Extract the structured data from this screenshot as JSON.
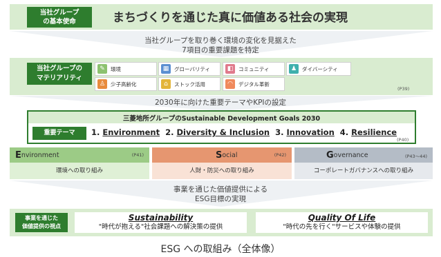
{
  "mission": {
    "label": "当社グループ\nの基本使命",
    "text": "まちづくりを通じた真に価値ある社会の実現"
  },
  "step1": [
    "当社グループを取り巻く環境の変化を見据えた",
    "7項目の重要課題を特定"
  ],
  "materiality": {
    "label": "当社グループの\nマテリアリティ",
    "issues": [
      "環境",
      "グローバリティ",
      "コミュニティ",
      "ダイバーシティ",
      "少子高齢化",
      "ストック活用",
      "デジタル革新"
    ],
    "page": "(P39)"
  },
  "step2": "2030年に向けた重要テーマやKPIの設定",
  "sdg": {
    "title": "三菱地所グループのSustainable Development Goals 2030",
    "theme_label": "重要テーマ",
    "themes": [
      "1. ",
      "Environment",
      "2. ",
      "Diversity & Inclusion",
      "3. ",
      "Innovation",
      "4. ",
      "Resilience"
    ],
    "page": "(P40)"
  },
  "esg": [
    {
      "initial": "E",
      "rest": "nvironment",
      "page": "(P41)",
      "body": "環境への取り組み"
    },
    {
      "initial": "S",
      "rest": "ocial",
      "page": "(P42)",
      "body": "人財・防災への取り組み"
    },
    {
      "initial": "G",
      "rest": "overnance",
      "page": "(P43〜44)",
      "body": "コーポレートガバナンスへの取り組み"
    }
  ],
  "step3": [
    "事業を通じた価値提供による",
    "ESG目標の実現"
  ],
  "value": {
    "label": "事業を通じた\n価値提供の視点",
    "sustainability_title": "Sustainability",
    "sustainability_text": "\"時代が抱える\"社会課題への解決策の提供",
    "qol_title": "Quality Of Life",
    "qol_text": "\"時代の先を行く\"サービスや体験の提供"
  },
  "caption": "ESG への取組み（全体像）",
  "colors": {
    "green_dark": "#2e7d2e",
    "green_light": "#d9ecd0",
    "env_head": "#9ccb86",
    "env_body": "#dff0d6",
    "social_head": "#e69670",
    "social_body": "#f9e2d6",
    "gov_head": "#b4bcc6",
    "gov_body": "#e6e9ed"
  }
}
